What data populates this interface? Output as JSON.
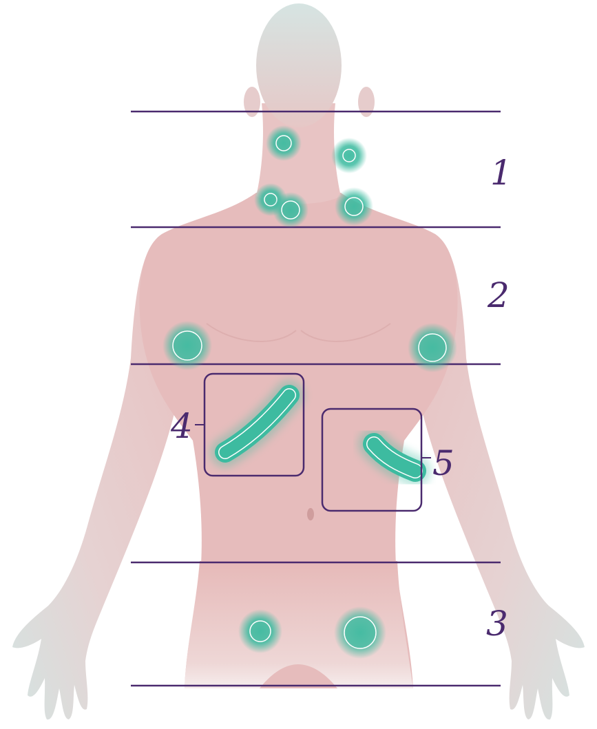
{
  "zone_labels": [
    "1",
    "2",
    "3"
  ],
  "region_labels": [
    "4",
    "5"
  ],
  "colors": {
    "skin": "#e9c3c3",
    "skin_core": "#e2b0af",
    "limb_fade": "#d9e4e2",
    "node": "#3dbba0",
    "line": "#4a2a6e"
  },
  "icons": {
    "node": "lymph-node-marker",
    "organ": "organ-marker"
  }
}
